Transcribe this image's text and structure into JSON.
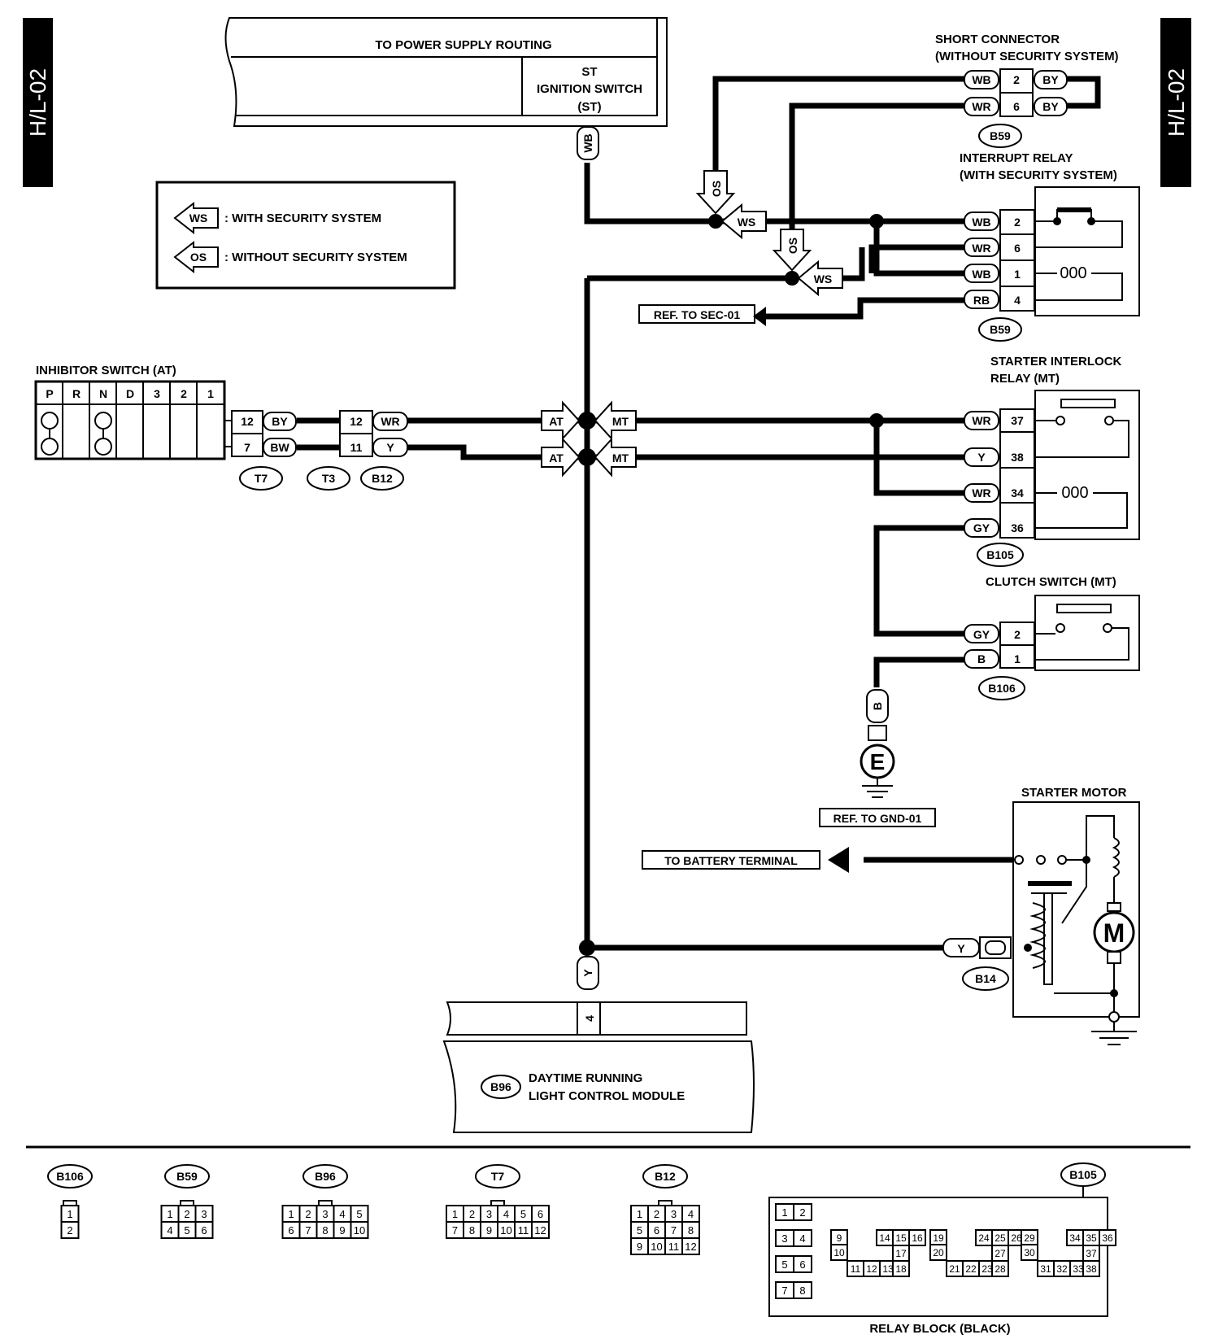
{
  "page_tag": "H/L-02",
  "power_supply": {
    "title": "TO POWER SUPPLY ROUTING",
    "st": "ST",
    "switch": "IGNITION SWITCH",
    "terminal": "(ST)",
    "wire": "WB"
  },
  "legend": {
    "ws_tag": "WS",
    "ws_text": ": WITH SECURITY SYSTEM",
    "os_tag": "OS",
    "os_text": ": WITHOUT SECURITY SYSTEM"
  },
  "short_connector": {
    "title1": "SHORT CONNECTOR",
    "title2": "(WITHOUT SECURITY SYSTEM)",
    "wires_left": [
      "WB",
      "WR"
    ],
    "pins": [
      "2",
      "6"
    ],
    "wires_right": [
      "BY",
      "BY"
    ],
    "connector": "B59"
  },
  "interrupt_relay": {
    "title1": "INTERRUPT RELAY",
    "title2": "(WITH SECURITY SYSTEM)",
    "wires": [
      "WB",
      "WR",
      "WB",
      "RB"
    ],
    "pins": [
      "2",
      "6",
      "1",
      "4"
    ],
    "connector": "B59"
  },
  "junction_tags": {
    "os": "OS",
    "ws": "WS",
    "at": "AT",
    "mt": "MT"
  },
  "refs": {
    "sec": "REF. TO SEC-01",
    "gnd": "REF. TO GND-01",
    "battery": "TO BATTERY TERMINAL"
  },
  "inhibitor": {
    "title": "INHIBITOR SWITCH (AT)",
    "positions": [
      "P",
      "R",
      "N",
      "D",
      "3",
      "2",
      "1"
    ],
    "t7_pins": [
      "12",
      "7"
    ],
    "t7_wires": [
      "BY",
      "BW"
    ],
    "b12_pins": [
      "12",
      "11"
    ],
    "b12_wires": [
      "WR",
      "Y"
    ],
    "connectors": [
      "T7",
      "T3",
      "B12"
    ]
  },
  "starter_interlock": {
    "title1": "STARTER INTERLOCK",
    "title2": "RELAY (MT)",
    "wires": [
      "WR",
      "Y",
      "WR",
      "GY"
    ],
    "pins": [
      "37",
      "38",
      "34",
      "36"
    ],
    "connector": "B105"
  },
  "clutch_switch": {
    "title": "CLUTCH SWITCH (MT)",
    "wires": [
      "GY",
      "B"
    ],
    "pins": [
      "2",
      "1"
    ],
    "connector": "B106"
  },
  "ground": {
    "wire": "B",
    "symbol": "E"
  },
  "starter_motor": {
    "title": "STARTER MOTOR",
    "wire": "Y",
    "connector": "B14",
    "motor": "M"
  },
  "drl": {
    "wire": "Y",
    "pin": "4",
    "connector": "B96",
    "line1": "DAYTIME RUNNING",
    "line2": "LIGHT CONTROL MODULE"
  },
  "coil_glyph": "000",
  "bottom": {
    "connectors": [
      {
        "name": "B106",
        "rows": [
          [
            "1"
          ],
          [
            "2"
          ]
        ]
      },
      {
        "name": "B59",
        "rows": [
          [
            "1",
            "2",
            "3"
          ],
          [
            "4",
            "5",
            "6"
          ]
        ]
      },
      {
        "name": "B96",
        "rows": [
          [
            "1",
            "2",
            "3",
            "4",
            "5"
          ],
          [
            "6",
            "7",
            "8",
            "9",
            "10"
          ]
        ]
      },
      {
        "name": "T7",
        "rows": [
          [
            "1",
            "2",
            "3",
            "4",
            "5",
            "6"
          ],
          [
            "7",
            "8",
            "9",
            "10",
            "11",
            "12"
          ]
        ]
      },
      {
        "name": "B12",
        "rows": [
          [
            "1",
            "2",
            "3",
            "4"
          ],
          [
            "5",
            "6",
            "7",
            "8"
          ],
          [
            "9",
            "10",
            "11",
            "12"
          ]
        ]
      }
    ],
    "relay_block": {
      "name": "B105",
      "title": "RELAY BLOCK (BLACK)",
      "pairs": [
        [
          "1",
          "2"
        ],
        [
          "3",
          "4"
        ],
        [
          "5",
          "6"
        ],
        [
          "7",
          "8"
        ]
      ],
      "groups": [
        {
          "cols": [
            [
              "9",
              "10"
            ],
            [
              "11"
            ],
            [
              "12"
            ],
            [
              "13"
            ]
          ]
        },
        {
          "cols": [
            [
              "14"
            ],
            [
              "15",
              "17",
              "18"
            ],
            [
              "16"
            ]
          ]
        },
        {
          "cols": [
            [
              "19",
              "20"
            ],
            [
              "21"
            ],
            [
              "22"
            ],
            [
              "23"
            ]
          ]
        },
        {
          "cols": [
            [
              "24"
            ],
            [
              "25",
              "27",
              "28"
            ],
            [
              "26"
            ]
          ]
        },
        {
          "cols": [
            [
              "29",
              "30"
            ],
            [
              "31"
            ],
            [
              "32"
            ],
            [
              "33"
            ]
          ]
        },
        {
          "cols": [
            [
              "34"
            ],
            [
              "35",
              "37",
              "38"
            ],
            [
              "36"
            ]
          ]
        }
      ]
    }
  }
}
